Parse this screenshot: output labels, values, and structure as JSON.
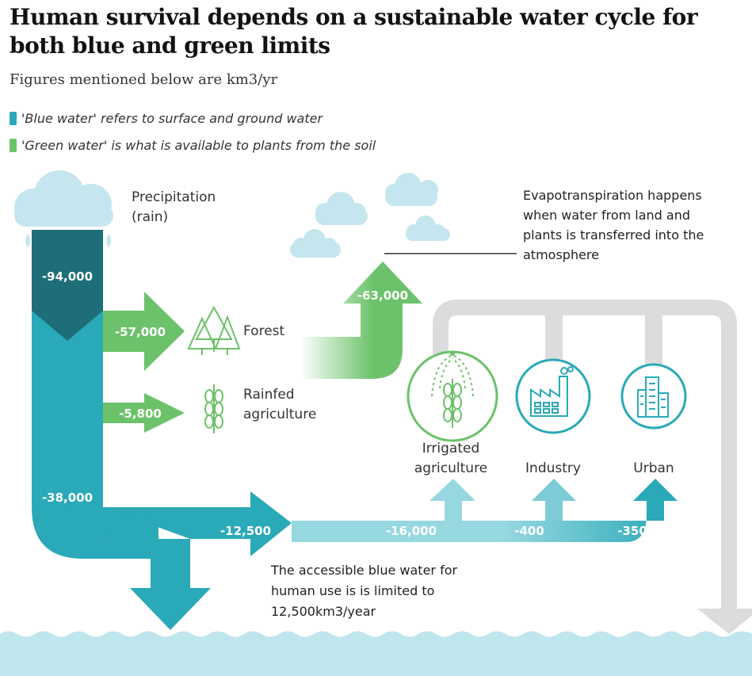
{
  "title": "Human survival depends on a sustainable water cycle for both blue and green limits",
  "subtitle": "Figures mentioned below are km3/yr",
  "legend": {
    "blue": "'Blue water' refers to surface and ground water",
    "green": "'Green water' is what is available to plants from the soil"
  },
  "colors": {
    "blue_dark": "#1d6e78",
    "blue": "#2aa9b8",
    "blue_light": "#97d8e0",
    "green": "#6cc26a",
    "grey": "#dcdcdc",
    "cloud": "#c5e6ee",
    "water": "#bfe6ec"
  },
  "labels": {
    "precipitation": [
      "Precipitation",
      "(rain)"
    ],
    "forest": "Forest",
    "rainfed": [
      "Rainfed",
      "agriculture"
    ],
    "evapo": [
      "Evapotranspiration happens",
      "when water from land and",
      "plants is transferred into the",
      "atmosphere"
    ],
    "irrigated": [
      "Irrigated",
      "agriculture"
    ],
    "industry": "Industry",
    "urban": "Urban",
    "accessible": [
      "The accessible blue water for",
      "human use is is limited to",
      "12,500km3/year"
    ]
  },
  "values": {
    "precipitation": "-94,000",
    "forest": "-57,000",
    "rainfed": "-5,800",
    "evapo": "-63,000",
    "blue_total": "-38,000",
    "accessible": "-12,500",
    "irrigated": "-16,000",
    "industry": "-400",
    "urban": "-350"
  }
}
